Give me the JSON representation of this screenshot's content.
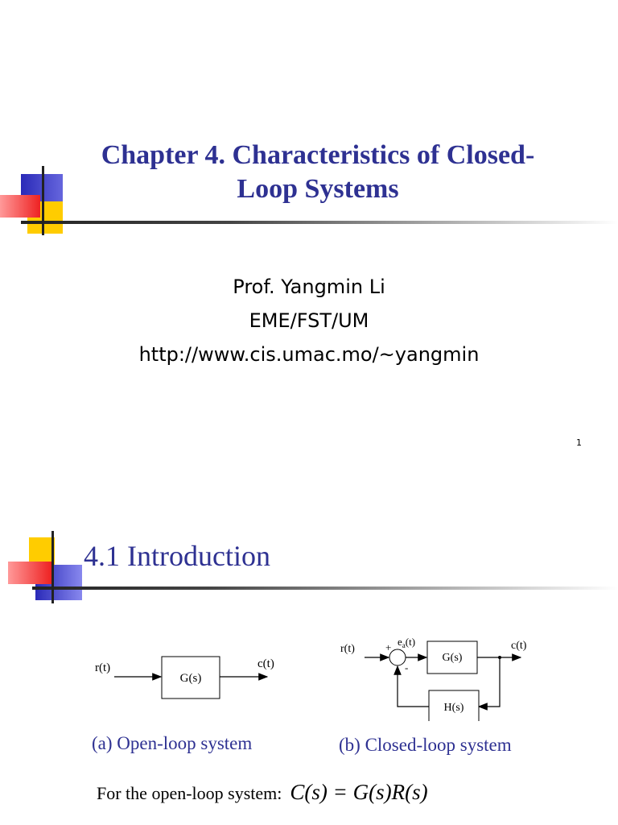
{
  "slide1": {
    "title_line1": "Chapter 4. Characteristics of Closed-",
    "title_line2": "Loop Systems",
    "author": "Prof. Yangmin Li",
    "department": "EME/FST/UM",
    "url": "http://www.cis.umac.mo/~yangmin",
    "page_number": "1"
  },
  "slide2": {
    "title": "4.1 Introduction",
    "open_loop": {
      "input": "r(t)",
      "block": "G(s)",
      "output": "c(t)",
      "caption": "(a) Open-loop system"
    },
    "closed_loop": {
      "input": "r(t)",
      "error_base": "e",
      "error_sub": "a",
      "error_arg": "(t)",
      "plus": "+",
      "minus": "-",
      "forward_block": "G(s)",
      "feedback_block": "H(s)",
      "output": "c(t)",
      "caption": "(b) Closed-loop system"
    },
    "equation_label": "For the open-loop system:",
    "equation": "C(s) = G(s)R(s)"
  },
  "colors": {
    "title": "#2e3192",
    "accent_blue": "#2a2ab8",
    "accent_yellow": "#ffcc00",
    "accent_red": "#ff3333",
    "rule": "#333333"
  }
}
